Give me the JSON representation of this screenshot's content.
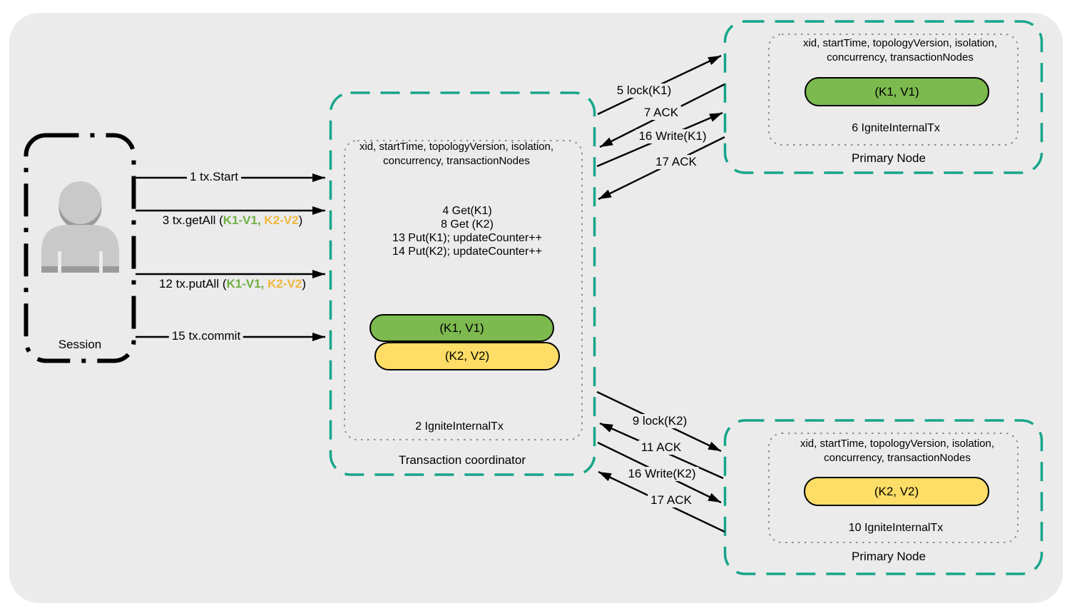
{
  "colors": {
    "background": "#FFFFFF",
    "canvas": "#EBEBEB",
    "node_border_teal": "#18A58A",
    "green_fill": "#7CB94E",
    "yellow_fill": "#FFDD66",
    "green_text": "#6FB043",
    "orange_text": "#EFB73E",
    "dotted_border_gray": "#8C8C8C",
    "gray_icon": "#C9C9C9",
    "gray_icon_dark": "#9A9A9A",
    "ink": "#000000"
  },
  "session": {
    "label": "Session",
    "icon": "person-icon"
  },
  "client_calls": [
    {
      "label": "1 tx.Start"
    },
    {
      "prefix": "3 tx.getAll (",
      "green": "K1-V1,",
      "orange": " K2-V2",
      "suffix": ")"
    },
    {
      "prefix": "12 tx.putAll (",
      "green": "K1-V1,",
      "orange": " K2-V2",
      "suffix": ")"
    },
    {
      "label": "15 tx.commit"
    }
  ],
  "coordinator": {
    "title": "Transaction coordinator",
    "tx_fields_line1": "xid, startTime, topologyVersion, isolation,",
    "tx_fields_line2": "concurrency, transactionNodes",
    "operations": [
      "4 Get(K1)",
      "8 Get (K2)",
      "13 Put(K1); updateCounter++",
      "14 Put(K2); updateCounter++"
    ],
    "entry_k1": "(K1, V1)",
    "entry_k2": "(K2, V2)",
    "tx_label": "2 IgniteInternalTx"
  },
  "primary_node_k1": {
    "title": "Primary Node",
    "tx_fields_line1": "xid, startTime, topologyVersion, isolation,",
    "tx_fields_line2": "concurrency, transactionNodes",
    "entry": "(K1, V1)",
    "tx_label": "6 IgniteInternalTx"
  },
  "primary_node_k2": {
    "title": "Primary Node",
    "tx_fields_line1": "xid, startTime, topologyVersion, isolation,",
    "tx_fields_line2": "concurrency, transactionNodes",
    "entry": "(K2, V2)",
    "tx_label": "10 IgniteInternalTx"
  },
  "messages_k1": [
    "5 lock(K1)",
    "7 ACK",
    "16 Write(K1)",
    "17 ACK"
  ],
  "messages_k2": [
    "9 lock(K2)",
    "11 ACK",
    "16 Write(K2)",
    "17 ACK"
  ]
}
